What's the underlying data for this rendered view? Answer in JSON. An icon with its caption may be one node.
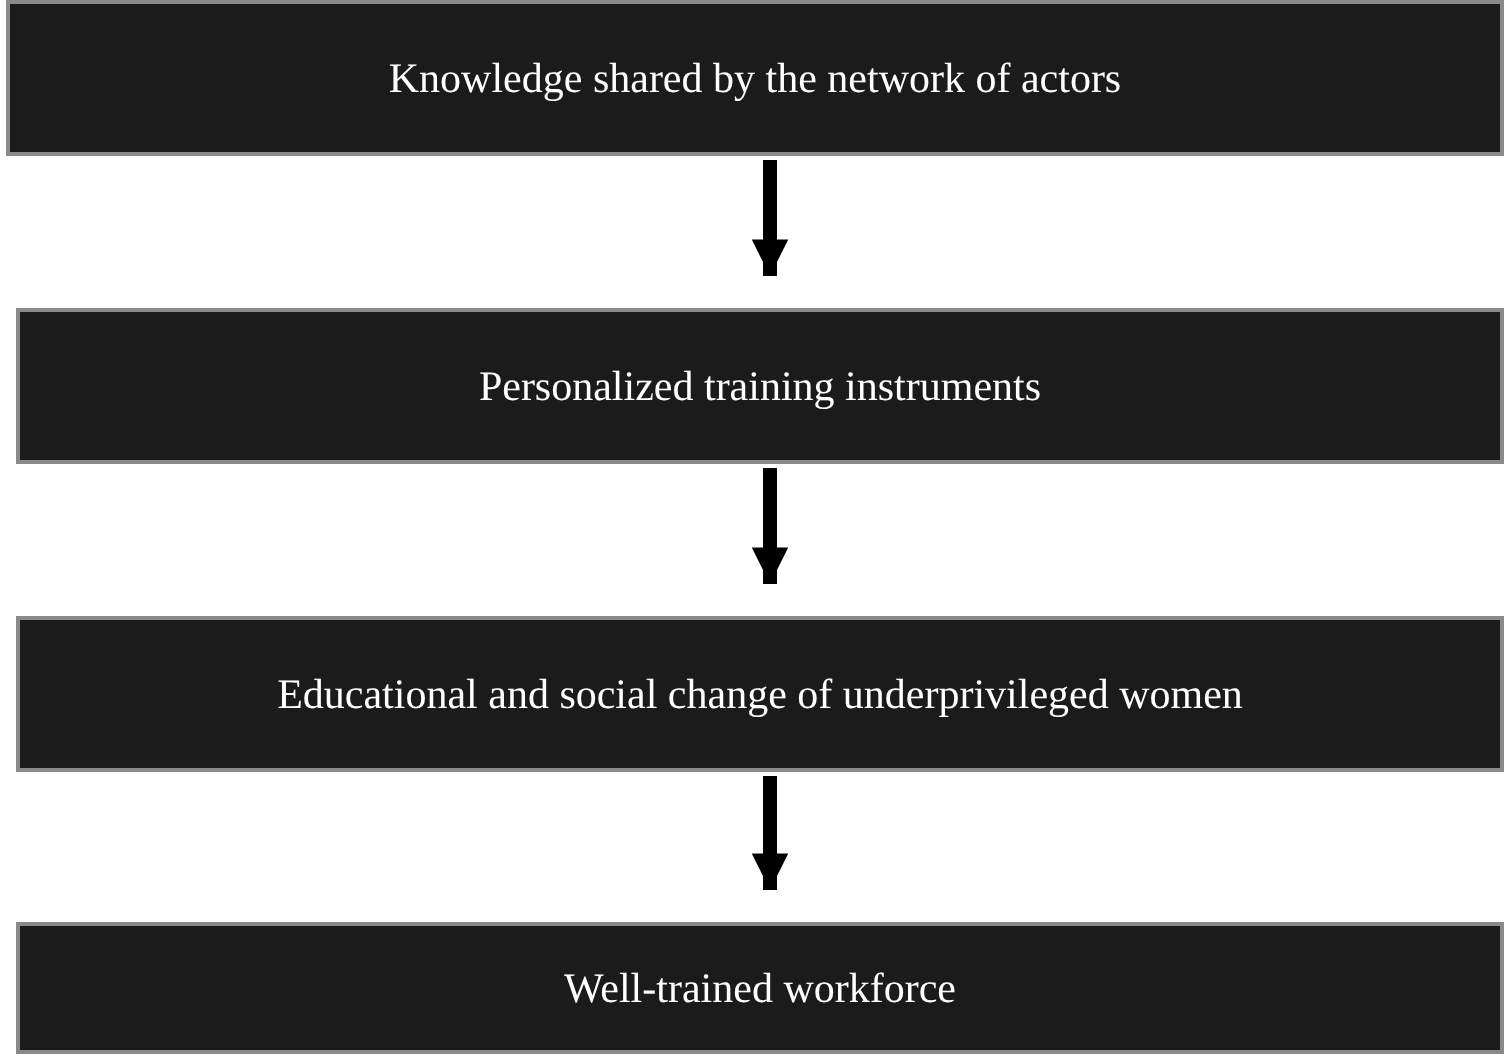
{
  "diagram": {
    "nodes": [
      {
        "text": [
          "Knowledge shared by the network of actors"
        ]
      },
      {
        "text": [
          "Personalized training instruments"
        ]
      },
      {
        "text": [
          "Educational and social change of underprivileged women"
        ]
      },
      {
        "text": [
          "Well-trained workforce"
        ]
      }
    ],
    "edges": [
      {
        "from": 0,
        "to": 1,
        "arrow": "to"
      },
      {
        "from": 1,
        "to": 2,
        "arrow": "to"
      },
      {
        "from": 2,
        "to": 3,
        "arrow": "to"
      }
    ]
  }
}
